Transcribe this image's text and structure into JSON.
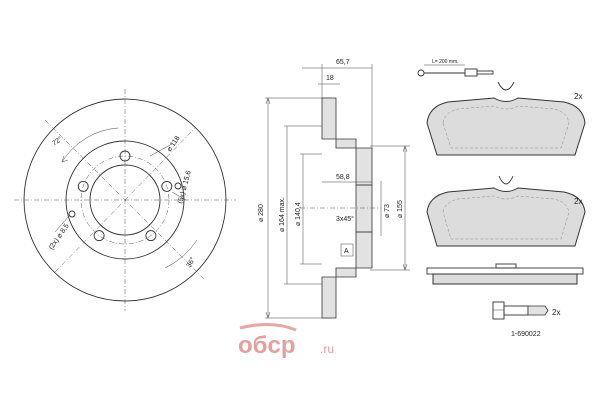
{
  "front_view": {
    "labels": {
      "angle_72": "72°",
      "dia_118": "⌀ 118",
      "holes_5x": "(5x) ⌀ 15,6",
      "holes_2x": "(2x) ⌀ 8,5",
      "angle_36": "36°"
    }
  },
  "section_view": {
    "labels": {
      "width_65_7": "65,7",
      "thick_18": "18",
      "dia_280": "⌀ 280",
      "dia_164": "⌀ 164 max.",
      "dia_140_4": "⌀ 140,4",
      "depth_58_8": "58,8",
      "dia_73": "⌀ 73",
      "dia_155": "⌀ 155",
      "chamfer": "3x45°",
      "marker": "A"
    }
  },
  "pads": {
    "sensor_label": "L= 200 mm.",
    "qty_top": "2x",
    "qty_bottom": "2x"
  },
  "bolt": {
    "qty": "2x",
    "part_number": "1-690022"
  },
  "watermark": {
    "brand": "oбcp",
    "suffix": ".ru"
  }
}
